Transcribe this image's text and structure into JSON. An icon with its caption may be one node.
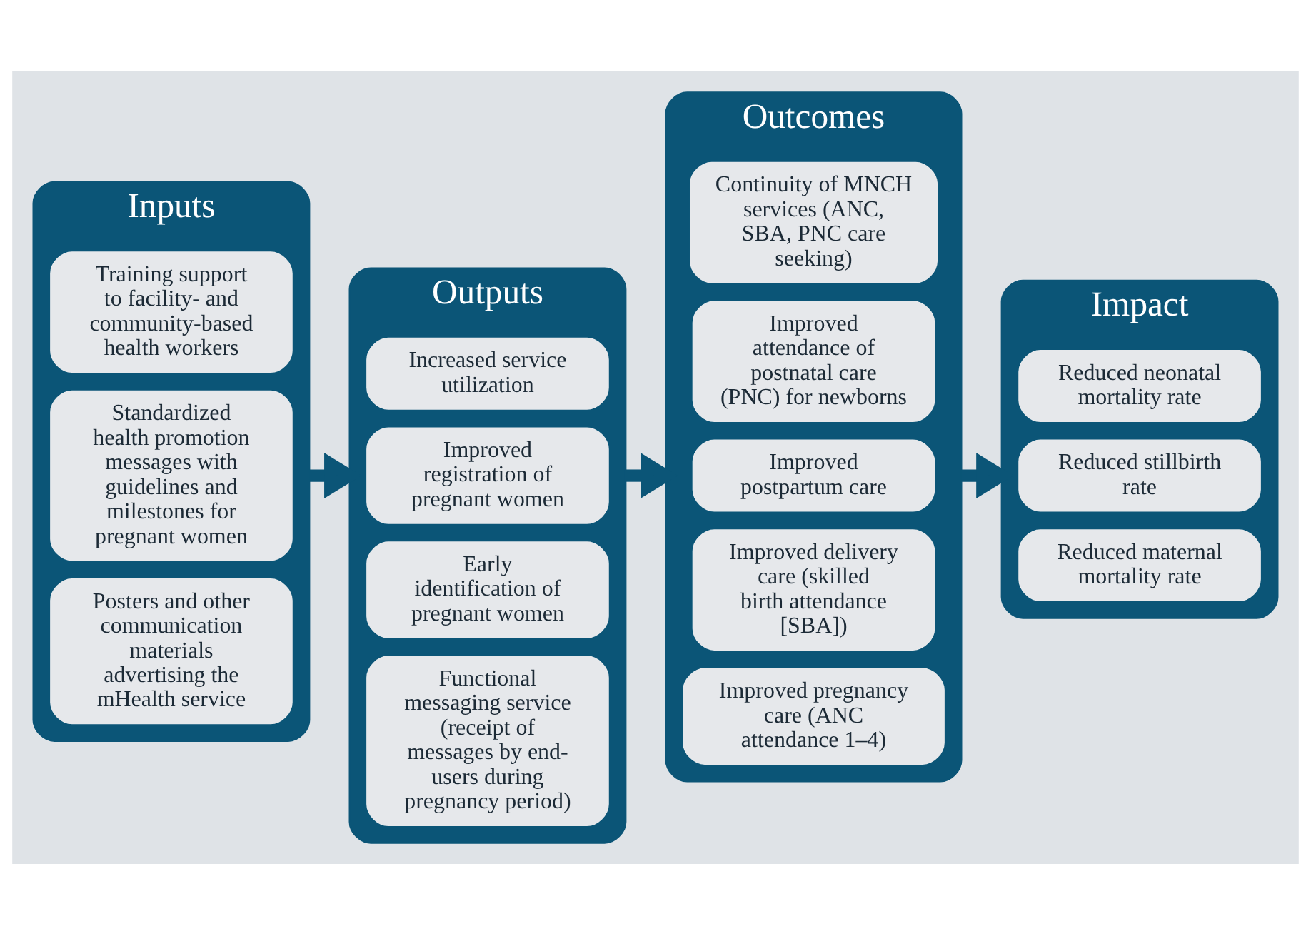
{
  "diagram": {
    "nodes": [
      {
        "text": [
          "Inputs"
        ]
      },
      {
        "text": [
          "Posters and other communication materials advertising the mHealth service"
        ],
        "in": 0
      },
      {
        "text": [
          "Standardized health promotion messages with guidelines and milestones for pregnant women"
        ],
        "in": 0
      },
      {
        "text": [
          "Training support to facility- and community-based health workers"
        ],
        "in": 0
      },
      {
        "text": [
          "Outputs"
        ]
      },
      {
        "text": [
          "Functional messaging service (receipt of messages by end-users during pregnancy period)"
        ],
        "in": 4
      },
      {
        "text": [
          "Early identification of pregnant women"
        ],
        "in": 4
      },
      {
        "text": [
          "Improved registration of pregnant women"
        ],
        "in": 4
      },
      {
        "text": [
          "Increased service utilization"
        ],
        "in": 4
      },
      {
        "text": [
          "Outcomes"
        ]
      },
      {
        "text": [
          "Improved pregnancy care (ANC attendance 1–4)"
        ],
        "in": 9
      },
      {
        "text": [
          "Improved delivery care (skilled birth attendance [SBA])"
        ],
        "in": 9
      },
      {
        "text": [
          "Improved postpartum care"
        ],
        "in": 9
      },
      {
        "text": [
          "Improved attendance of postnatal care (PNC) for newborns"
        ],
        "in": 9
      },
      {
        "text": [
          "Continuity of MNCH services (ANC, SBA, PNC care seeking)"
        ],
        "in": 9
      },
      {
        "text": [
          "Impact"
        ]
      },
      {
        "text": [
          "Reduced maternal mortality rate"
        ],
        "in": 15
      },
      {
        "text": [
          "Reduced stillbirth rate"
        ],
        "in": 15
      },
      {
        "text": [
          "Reduced neonatal mortality rate"
        ],
        "in": 15
      }
    ],
    "edges": [
      {
        "from": 0,
        "to": 4,
        "arrow": "to"
      },
      {
        "from": 4,
        "to": 9,
        "arrow": "to"
      },
      {
        "from": 9,
        "to": 15,
        "arrow": "to"
      }
    ]
  }
}
